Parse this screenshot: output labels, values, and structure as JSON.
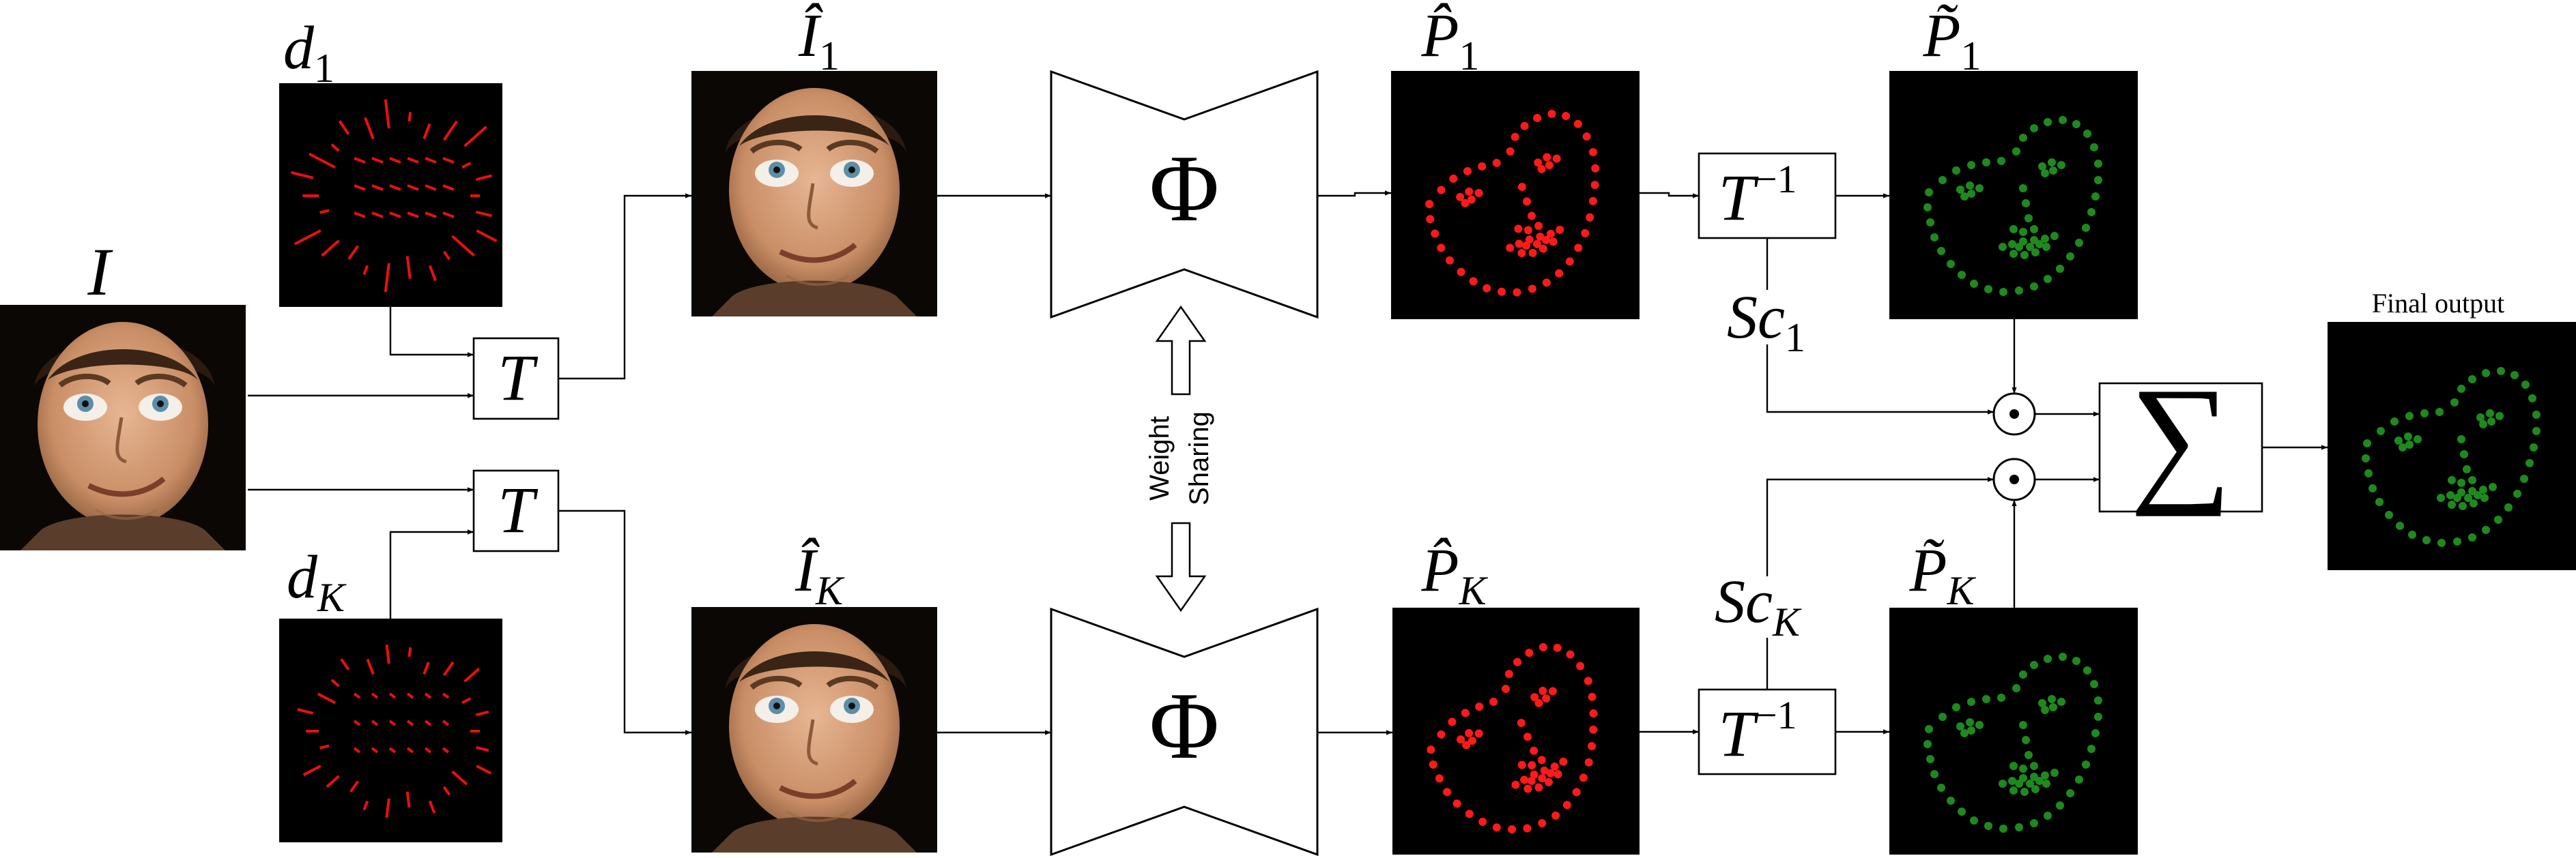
{
  "labels": {
    "input_image": "I",
    "disp_1_base": "d",
    "disp_1_sub": "1",
    "disp_k_base": "d",
    "disp_k_sub": "K",
    "warped_1_base": "Î",
    "warped_1_sub": "1",
    "warped_k_base": "Î",
    "warped_k_sub": "K",
    "pred_1_base": "P̂",
    "pred_1_sub": "1",
    "pred_k_base": "P̂",
    "pred_k_sub": "K",
    "back_1_base": "P̃",
    "back_1_sub": "1",
    "back_k_base": "P̃",
    "back_k_sub": "K",
    "score_1_base": "Sc",
    "score_1_sub": "1",
    "score_k_base": "Sc",
    "score_k_sub": "K",
    "transform_top": "T",
    "transform_bottom": "T",
    "inverse_top_base": "T",
    "inverse_top_sup": "−1",
    "inverse_bottom_base": "T",
    "inverse_bottom_sup": "−1",
    "network_top": "Φ",
    "network_bottom": "Φ",
    "weight_sharing_line1": "Weight",
    "weight_sharing_line2": "Sharing",
    "multiply_top": "⊙",
    "multiply_bottom": "⊙",
    "sum_symbol": "∑",
    "final_output": "Final output"
  },
  "colors": {
    "displacement_arrows": "#e8100e",
    "predicted_landmarks": "#ff1a1a",
    "back_transformed_landmarks": "#1e8a1e",
    "panel_background": "#000000",
    "line": "#000000"
  },
  "icons": {
    "face_photo": "face-portrait",
    "network": "hourglass-encoder-decoder",
    "weight_sharing": "double-headed-hollow-arrow"
  }
}
